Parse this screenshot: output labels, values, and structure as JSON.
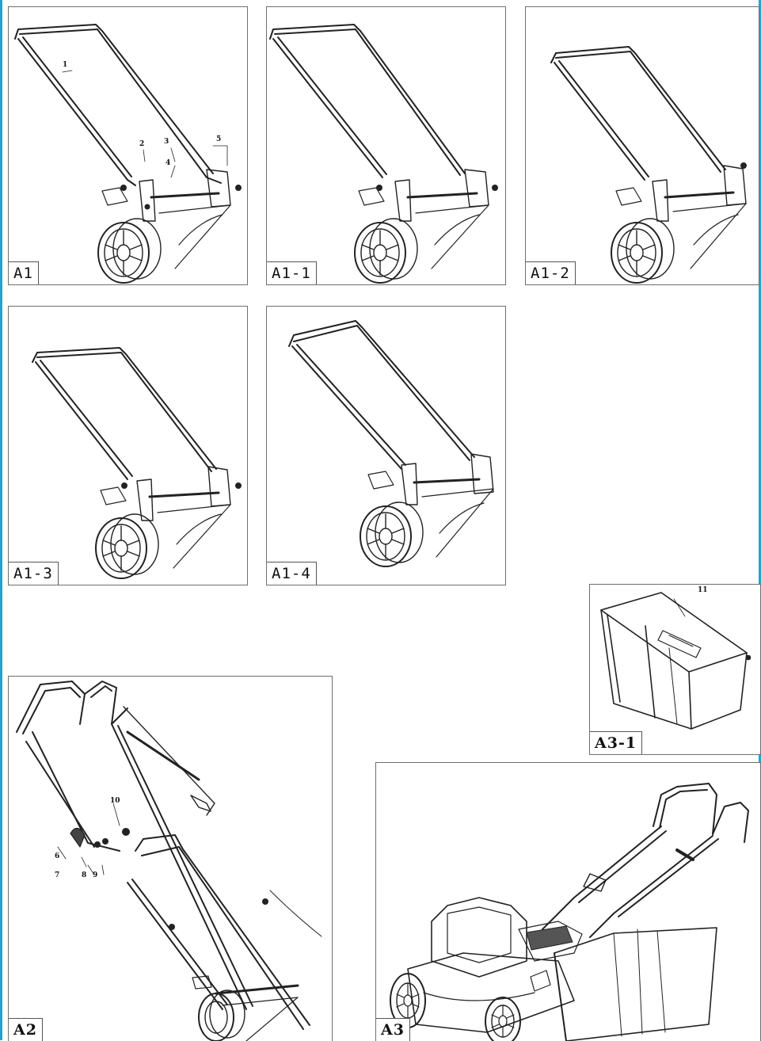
{
  "panels": {
    "a1": {
      "label": "A1",
      "callouts": [
        "1",
        "2",
        "3",
        "4",
        "5"
      ]
    },
    "a1_1": {
      "label": "A1-1"
    },
    "a1_2": {
      "label": "A1-2"
    },
    "a1_3": {
      "label": "A1-3"
    },
    "a1_4": {
      "label": "A1-4"
    },
    "a2": {
      "label": "A2",
      "callouts": [
        "6",
        "7",
        "8",
        "9",
        "10"
      ]
    },
    "a3_1": {
      "label": "A3-1",
      "callouts": [
        "11"
      ]
    },
    "a3": {
      "label": "A3"
    }
  },
  "colors": {
    "edge": "#1fa6c9",
    "line": "#222222",
    "frame": "#6f6f6f"
  }
}
